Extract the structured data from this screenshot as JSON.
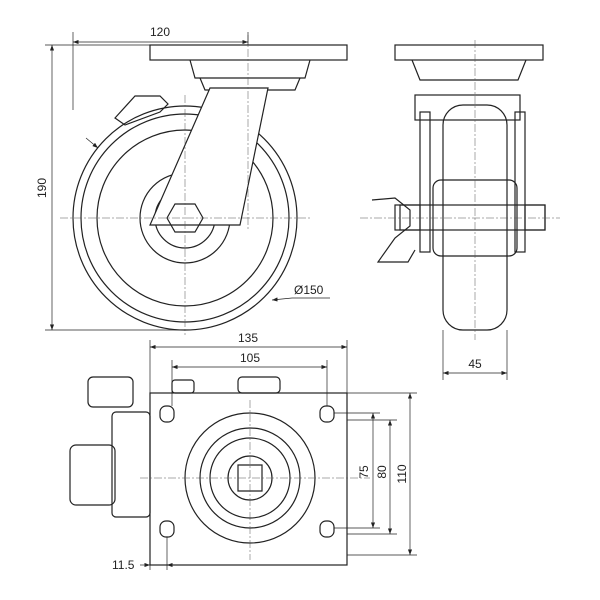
{
  "dimensions": {
    "plate_width_front": "120",
    "overall_height": "190",
    "wheel_diameter": "Ø150",
    "wheel_width": "45",
    "plate_length": "135",
    "hole_spacing_length": "105",
    "hole_spacing_width": "75",
    "plate_slot_width": "80",
    "plate_width": "110",
    "hole_offset": "11.5"
  }
}
